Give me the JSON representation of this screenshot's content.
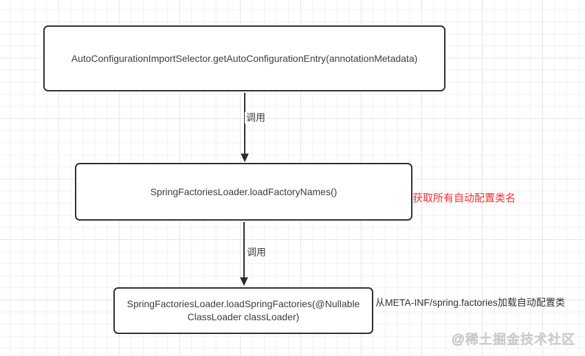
{
  "diagram": {
    "nodes": [
      {
        "id": "get-auto-configuration-entry",
        "label": "AutoConfigurationImportSelector.getAutoConfigurationEntry(annotationMetadata)"
      },
      {
        "id": "load-factory-names",
        "label": "SpringFactoriesLoader.loadFactoryNames()"
      },
      {
        "id": "load-spring-factories",
        "label": "SpringFactoriesLoader.loadSpringFactories(@Nullable\nClassLoader classLoader)"
      }
    ],
    "edges": [
      {
        "label": "调用"
      },
      {
        "label": "调用"
      }
    ],
    "annotations": [
      {
        "text": "获取所有自动配置类名",
        "color": "#f62e2e"
      },
      {
        "text": "从META-INF/spring.factories加载自动配置类",
        "color": "#333333"
      }
    ],
    "watermark": {
      "text": "@稀土掘金技术社区"
    },
    "colors": {
      "node_border": "#2d2d2d",
      "node_fill": "#ffffff",
      "node_text": "#3c3c3c",
      "arrow": "#2b2b2b",
      "grid_minor": "#f1f1f4",
      "grid_major": "#e6e6ea",
      "annotation_red": "#f62e2e",
      "annotation_dark": "#333333",
      "watermark_gray": "#c6c6c6"
    }
  }
}
